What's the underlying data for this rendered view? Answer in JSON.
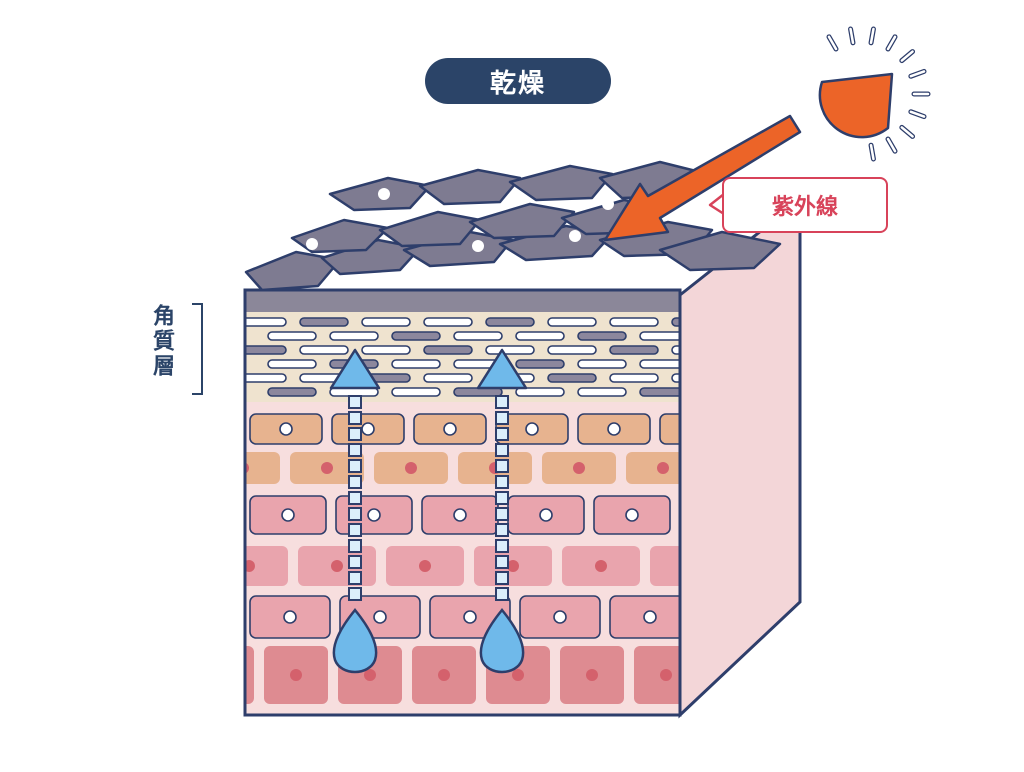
{
  "title": "乾燥",
  "uv_label": "紫外線",
  "layer_label": "角質層",
  "colors": {
    "navy": "#2b4468",
    "outline": "#2e3e6b",
    "scale": "#7e7b91",
    "horny_bg": "#efe3cf",
    "tissue_bg": "#f7dede",
    "tan_cell": "#e7b38f",
    "pink_cell": "#e9a4ad",
    "deep_cell": "#de8b91",
    "water": "#6fb9ea",
    "uv_orange": "#ec6428",
    "uv_red": "#d8435a"
  },
  "icons": [
    "sun-icon",
    "uv-arrow-icon",
    "water-drop-icon",
    "up-arrow-icon"
  ]
}
